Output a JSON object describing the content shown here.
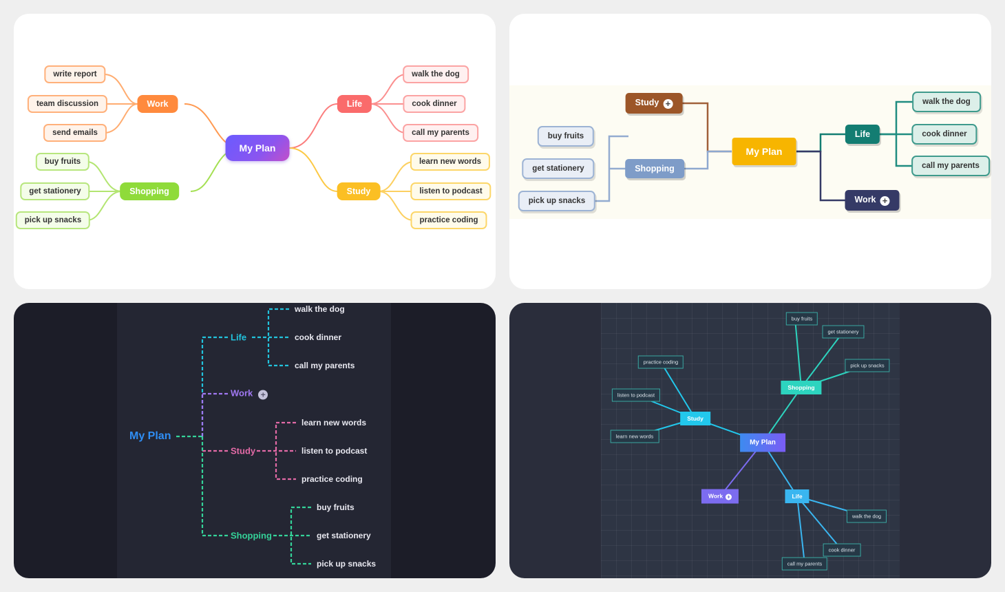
{
  "colors": {
    "p1_work": "#ff8a3d",
    "p1_shopping": "#8fdb3a",
    "p1_life": "#fa6b6b",
    "p1_study": "#fbbf24",
    "p2_study": "#9c5628",
    "p2_shopping": "#7e9cc8",
    "p2_life": "#137d72",
    "p2_work": "#353a66",
    "p3_life": "#22c3dd",
    "p3_work": "#a078f2",
    "p3_study": "#e36aa6",
    "p3_shopping": "#34d399",
    "p4_teal": "#2dd4bf",
    "p4_cyan": "#22c8ec",
    "p4_work": "#7c6cf0",
    "p4_life": "#3ab6f0"
  },
  "icons": {
    "collapsed": "plus-circle-icon"
  },
  "panel1": {
    "root": "My Plan",
    "work": {
      "label": "Work",
      "leaves": [
        "write report",
        "team discussion",
        "send emails"
      ]
    },
    "shopping": {
      "label": "Shopping",
      "leaves": [
        "buy fruits",
        "get stationery",
        "pick up snacks"
      ]
    },
    "life": {
      "label": "Life",
      "leaves": [
        "walk the dog",
        "cook dinner",
        "call my parents"
      ]
    },
    "study": {
      "label": "Study",
      "leaves": [
        "learn new words",
        "listen to podcast",
        "practice coding"
      ]
    }
  },
  "panel2": {
    "root": "My Plan",
    "study": {
      "label": "Study"
    },
    "shopping": {
      "label": "Shopping",
      "leaves": [
        "buy fruits",
        "get stationery",
        "pick up snacks"
      ]
    },
    "life": {
      "label": "Life",
      "leaves": [
        "walk the dog",
        "cook dinner",
        "call my parents"
      ]
    },
    "work": {
      "label": "Work"
    }
  },
  "panel3": {
    "root": "My Plan",
    "life": {
      "label": "Life",
      "leaves": [
        "walk the dog",
        "cook dinner",
        "call my parents"
      ]
    },
    "work": {
      "label": "Work"
    },
    "study": {
      "label": "Study",
      "leaves": [
        "learn new words",
        "listen to podcast",
        "practice coding"
      ]
    },
    "shopping": {
      "label": "Shopping",
      "leaves": [
        "buy fruits",
        "get stationery",
        "pick up snacks"
      ]
    }
  },
  "panel4": {
    "root": "My Plan",
    "shopping": {
      "label": "Shopping",
      "leaves": [
        "buy fruits",
        "get stationery",
        "pick up snacks"
      ]
    },
    "study": {
      "label": "Study",
      "leaves": [
        "practice coding",
        "listen to podcast",
        "learn new words"
      ]
    },
    "work": {
      "label": "Work"
    },
    "life": {
      "label": "Life",
      "leaves": [
        "walk the dog",
        "cook dinner",
        "call my parents"
      ]
    }
  }
}
